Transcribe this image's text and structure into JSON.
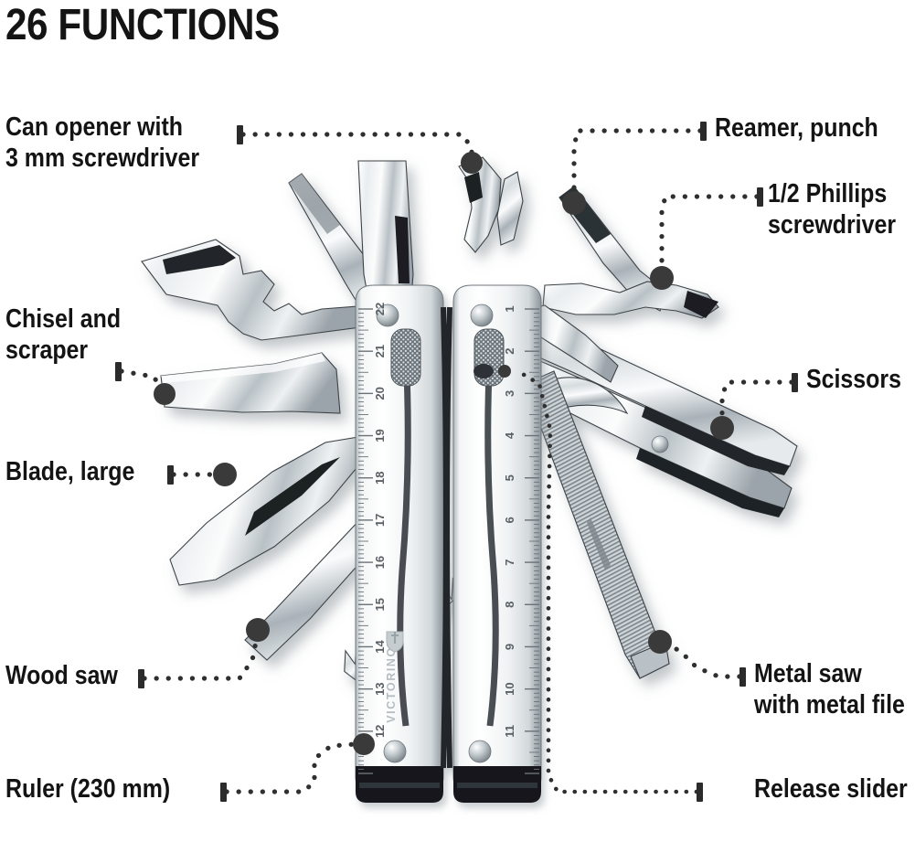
{
  "page": {
    "title": "26 FUNCTIONS",
    "background_color": "#ffffff",
    "text_color": "#141414",
    "leader_color": "#2f2f2f"
  },
  "product": {
    "brand": "VICTORINOX",
    "ruler_label_left": [
      "22",
      "21",
      "20",
      "19",
      "18",
      "17",
      "16",
      "15",
      "14",
      "13",
      "12"
    ],
    "ruler_label_right": [
      "1",
      "2",
      "3",
      "4",
      "5",
      "6",
      "7",
      "8",
      "9",
      "10",
      "11"
    ]
  },
  "callouts": {
    "left": [
      {
        "id": "can-opener",
        "lines": [
          "Can opener with",
          "3 mm screwdriver"
        ]
      },
      {
        "id": "chisel-scraper",
        "lines": [
          "Chisel and",
          "scraper"
        ]
      },
      {
        "id": "blade-large",
        "lines": [
          "Blade, large"
        ]
      },
      {
        "id": "wood-saw",
        "lines": [
          "Wood saw"
        ]
      },
      {
        "id": "ruler",
        "lines": [
          "Ruler (230 mm)"
        ]
      }
    ],
    "right": [
      {
        "id": "reamer-punch",
        "lines": [
          "Reamer, punch"
        ]
      },
      {
        "id": "phillips",
        "lines": [
          "1/2 Phillips",
          "screwdriver"
        ]
      },
      {
        "id": "scissors",
        "lines": [
          "Scissors"
        ]
      },
      {
        "id": "metal-saw",
        "lines": [
          "Metal saw",
          "with metal file"
        ]
      },
      {
        "id": "release-slider",
        "lines": [
          "Release slider"
        ]
      }
    ]
  }
}
